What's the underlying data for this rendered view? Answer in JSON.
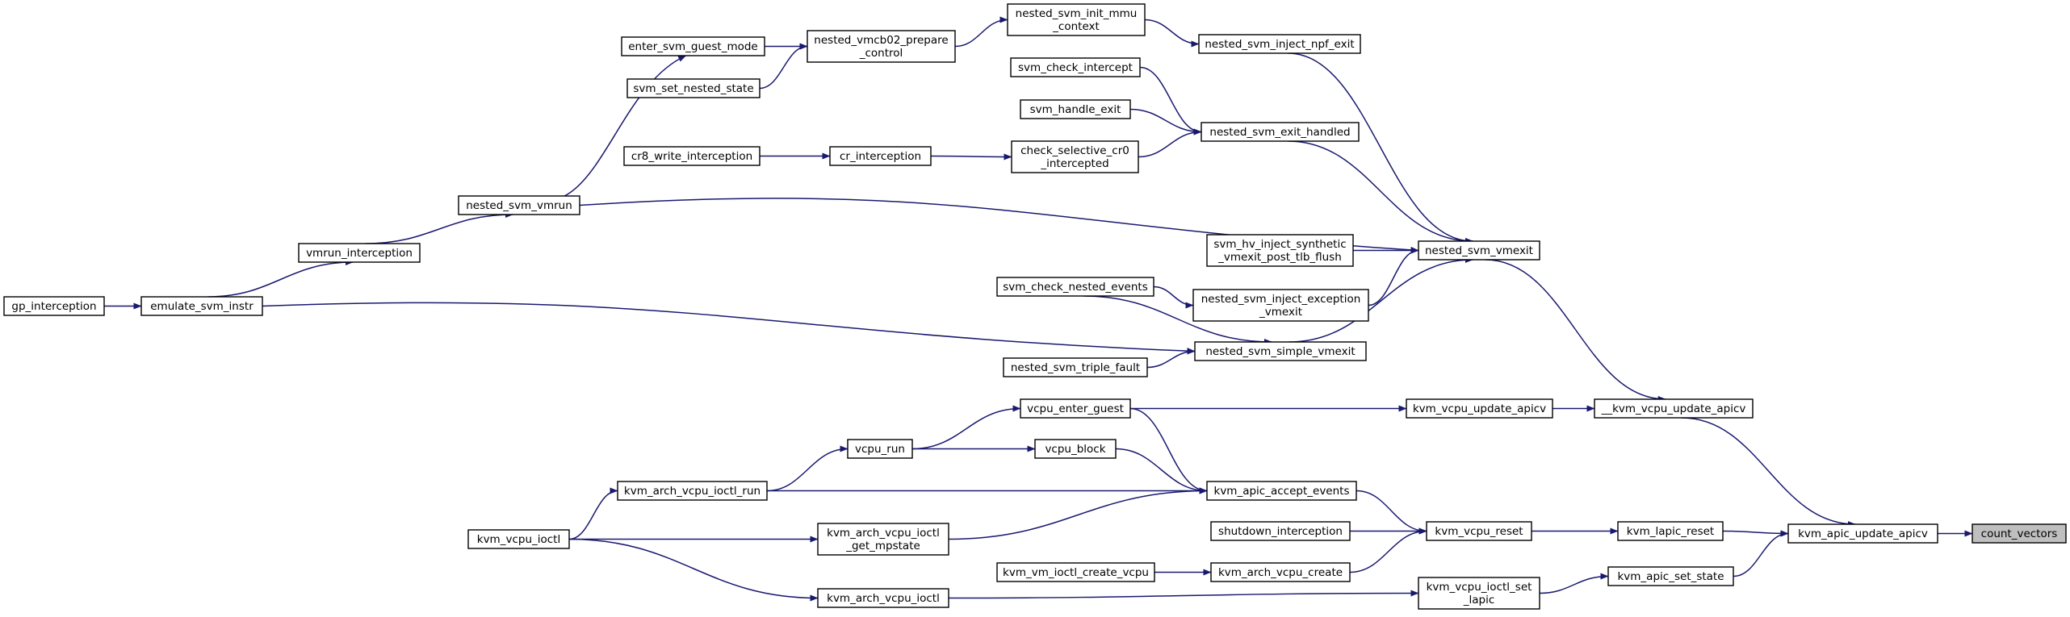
{
  "graph": {
    "edge_color": "#191970",
    "highlight_fill": "#bfbfbf",
    "nodes": [
      {
        "id": "nested_svm_init_mmu_context",
        "lines": [
          "nested_svm_init_mmu",
          "_context"
        ]
      },
      {
        "id": "enter_svm_guest_mode",
        "lines": [
          "enter_svm_guest_mode"
        ]
      },
      {
        "id": "nested_vmcb02_prepare_control",
        "lines": [
          "nested_vmcb02_prepare",
          "_control"
        ]
      },
      {
        "id": "svm_set_nested_state",
        "lines": [
          "svm_set_nested_state"
        ]
      },
      {
        "id": "nested_svm_inject_npf_exit",
        "lines": [
          "nested_svm_inject_npf_exit"
        ]
      },
      {
        "id": "svm_check_intercept",
        "lines": [
          "svm_check_intercept"
        ]
      },
      {
        "id": "svm_handle_exit",
        "lines": [
          "svm_handle_exit"
        ]
      },
      {
        "id": "nested_svm_exit_handled",
        "lines": [
          "nested_svm_exit_handled"
        ]
      },
      {
        "id": "cr8_write_interception",
        "lines": [
          "cr8_write_interception"
        ]
      },
      {
        "id": "cr_interception",
        "lines": [
          "cr_interception"
        ]
      },
      {
        "id": "check_selective_cr0_intercepted",
        "lines": [
          "check_selective_cr0",
          "_intercepted"
        ]
      },
      {
        "id": "nested_svm_vmrun",
        "lines": [
          "nested_svm_vmrun"
        ]
      },
      {
        "id": "vmrun_interception",
        "lines": [
          "vmrun_interception"
        ]
      },
      {
        "id": "svm_hv_inject_synthetic_vmexit_post_tlb_flush",
        "lines": [
          "svm_hv_inject_synthetic",
          "_vmexit_post_tlb_flush"
        ]
      },
      {
        "id": "nested_svm_vmexit",
        "lines": [
          "nested_svm_vmexit"
        ]
      },
      {
        "id": "gp_interception",
        "lines": [
          "gp_interception"
        ]
      },
      {
        "id": "emulate_svm_instr",
        "lines": [
          "emulate_svm_instr"
        ]
      },
      {
        "id": "svm_check_nested_events",
        "lines": [
          "svm_check_nested_events"
        ]
      },
      {
        "id": "nested_svm_inject_exception_vmexit",
        "lines": [
          "nested_svm_inject_exception",
          "_vmexit"
        ]
      },
      {
        "id": "nested_svm_simple_vmexit",
        "lines": [
          "nested_svm_simple_vmexit"
        ]
      },
      {
        "id": "nested_svm_triple_fault",
        "lines": [
          "nested_svm_triple_fault"
        ]
      },
      {
        "id": "vcpu_enter_guest",
        "lines": [
          "vcpu_enter_guest"
        ]
      },
      {
        "id": "kvm_vcpu_update_apicv",
        "lines": [
          "kvm_vcpu_update_apicv"
        ]
      },
      {
        "id": "__kvm_vcpu_update_apicv",
        "lines": [
          "__kvm_vcpu_update_apicv"
        ]
      },
      {
        "id": "vcpu_run",
        "lines": [
          "vcpu_run"
        ]
      },
      {
        "id": "vcpu_block",
        "lines": [
          "vcpu_block"
        ]
      },
      {
        "id": "kvm_arch_vcpu_ioctl_run",
        "lines": [
          "kvm_arch_vcpu_ioctl_run"
        ]
      },
      {
        "id": "kvm_apic_accept_events",
        "lines": [
          "kvm_apic_accept_events"
        ]
      },
      {
        "id": "kvm_vcpu_ioctl",
        "lines": [
          "kvm_vcpu_ioctl"
        ]
      },
      {
        "id": "kvm_arch_vcpu_ioctl_get_mpstate",
        "lines": [
          "kvm_arch_vcpu_ioctl",
          "_get_mpstate"
        ]
      },
      {
        "id": "shutdown_interception",
        "lines": [
          "shutdown_interception"
        ]
      },
      {
        "id": "kvm_vcpu_reset",
        "lines": [
          "kvm_vcpu_reset"
        ]
      },
      {
        "id": "kvm_lapic_reset",
        "lines": [
          "kvm_lapic_reset"
        ]
      },
      {
        "id": "kvm_apic_update_apicv",
        "lines": [
          "kvm_apic_update_apicv"
        ]
      },
      {
        "id": "count_vectors",
        "lines": [
          "count_vectors"
        ],
        "highlight": true
      },
      {
        "id": "kvm_vm_ioctl_create_vcpu",
        "lines": [
          "kvm_vm_ioctl_create_vcpu"
        ]
      },
      {
        "id": "kvm_arch_vcpu_create",
        "lines": [
          "kvm_arch_vcpu_create"
        ]
      },
      {
        "id": "kvm_arch_vcpu_ioctl",
        "lines": [
          "kvm_arch_vcpu_ioctl"
        ]
      },
      {
        "id": "kvm_vcpu_ioctl_set_lapic",
        "lines": [
          "kvm_vcpu_ioctl_set",
          "_lapic"
        ]
      },
      {
        "id": "kvm_apic_set_state",
        "lines": [
          "kvm_apic_set_state"
        ]
      }
    ],
    "edges": [
      {
        "from": "gp_interception",
        "to": "emulate_svm_instr"
      },
      {
        "from": "emulate_svm_instr",
        "to": "vmrun_interception"
      },
      {
        "from": "emulate_svm_instr",
        "to": "nested_svm_simple_vmexit"
      },
      {
        "from": "vmrun_interception",
        "to": "nested_svm_vmrun"
      },
      {
        "from": "nested_svm_vmrun",
        "to": "enter_svm_guest_mode"
      },
      {
        "from": "nested_svm_vmrun",
        "to": "nested_svm_vmexit"
      },
      {
        "from": "enter_svm_guest_mode",
        "to": "nested_vmcb02_prepare_control"
      },
      {
        "from": "svm_set_nested_state",
        "to": "nested_vmcb02_prepare_control"
      },
      {
        "from": "nested_vmcb02_prepare_control",
        "to": "nested_svm_init_mmu_context"
      },
      {
        "from": "nested_svm_init_mmu_context",
        "to": "nested_svm_inject_npf_exit"
      },
      {
        "from": "nested_svm_inject_npf_exit",
        "to": "nested_svm_vmexit"
      },
      {
        "from": "svm_check_intercept",
        "to": "nested_svm_exit_handled"
      },
      {
        "from": "svm_handle_exit",
        "to": "nested_svm_exit_handled"
      },
      {
        "from": "cr8_write_interception",
        "to": "cr_interception"
      },
      {
        "from": "cr_interception",
        "to": "check_selective_cr0_intercepted"
      },
      {
        "from": "check_selective_cr0_intercepted",
        "to": "nested_svm_exit_handled"
      },
      {
        "from": "nested_svm_exit_handled",
        "to": "nested_svm_vmexit"
      },
      {
        "from": "svm_hv_inject_synthetic_vmexit_post_tlb_flush",
        "to": "nested_svm_vmexit"
      },
      {
        "from": "svm_check_nested_events",
        "to": "nested_svm_inject_exception_vmexit"
      },
      {
        "from": "svm_check_nested_events",
        "to": "nested_svm_simple_vmexit"
      },
      {
        "from": "nested_svm_inject_exception_vmexit",
        "to": "nested_svm_vmexit"
      },
      {
        "from": "nested_svm_triple_fault",
        "to": "nested_svm_simple_vmexit"
      },
      {
        "from": "nested_svm_simple_vmexit",
        "to": "nested_svm_vmexit"
      },
      {
        "from": "nested_svm_vmexit",
        "to": "__kvm_vcpu_update_apicv"
      },
      {
        "from": "vcpu_enter_guest",
        "to": "kvm_vcpu_update_apicv"
      },
      {
        "from": "vcpu_enter_guest",
        "to": "kvm_apic_accept_events"
      },
      {
        "from": "kvm_vcpu_update_apicv",
        "to": "__kvm_vcpu_update_apicv"
      },
      {
        "from": "__kvm_vcpu_update_apicv",
        "to": "kvm_apic_update_apicv"
      },
      {
        "from": "vcpu_run",
        "to": "vcpu_enter_guest"
      },
      {
        "from": "vcpu_run",
        "to": "vcpu_block"
      },
      {
        "from": "vcpu_block",
        "to": "kvm_apic_accept_events"
      },
      {
        "from": "kvm_arch_vcpu_ioctl_run",
        "to": "vcpu_run"
      },
      {
        "from": "kvm_arch_vcpu_ioctl_run",
        "to": "kvm_apic_accept_events"
      },
      {
        "from": "kvm_vcpu_ioctl",
        "to": "kvm_arch_vcpu_ioctl_run"
      },
      {
        "from": "kvm_vcpu_ioctl",
        "to": "kvm_arch_vcpu_ioctl_get_mpstate"
      },
      {
        "from": "kvm_vcpu_ioctl",
        "to": "kvm_arch_vcpu_ioctl"
      },
      {
        "from": "kvm_arch_vcpu_ioctl_get_mpstate",
        "to": "kvm_apic_accept_events"
      },
      {
        "from": "kvm_apic_accept_events",
        "to": "kvm_vcpu_reset"
      },
      {
        "from": "shutdown_interception",
        "to": "kvm_vcpu_reset"
      },
      {
        "from": "kvm_arch_vcpu_create",
        "to": "kvm_vcpu_reset"
      },
      {
        "from": "kvm_vcpu_reset",
        "to": "kvm_lapic_reset"
      },
      {
        "from": "kvm_lapic_reset",
        "to": "kvm_apic_update_apicv"
      },
      {
        "from": "kvm_vm_ioctl_create_vcpu",
        "to": "kvm_arch_vcpu_create"
      },
      {
        "from": "kvm_arch_vcpu_ioctl",
        "to": "kvm_vcpu_ioctl_set_lapic"
      },
      {
        "from": "kvm_vcpu_ioctl_set_lapic",
        "to": "kvm_apic_set_state"
      },
      {
        "from": "kvm_apic_set_state",
        "to": "kvm_apic_update_apicv"
      },
      {
        "from": "kvm_apic_update_apicv",
        "to": "count_vectors"
      }
    ]
  }
}
